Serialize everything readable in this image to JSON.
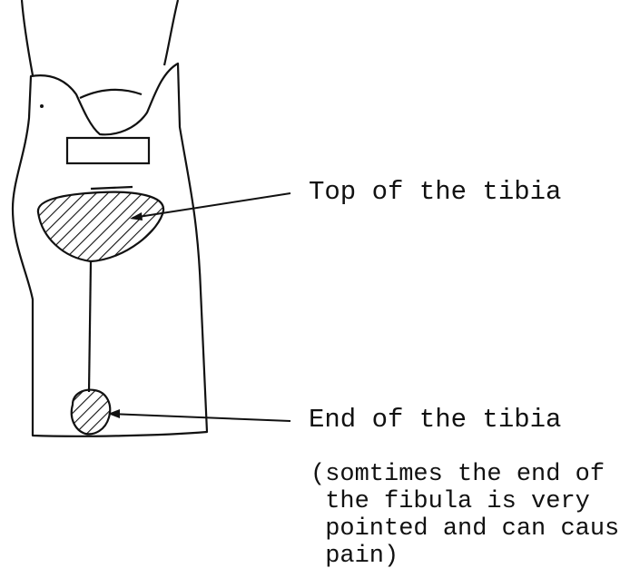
{
  "labels": {
    "top_of_tibia": "Top of the tibia",
    "end_of_tibia": "End of the tibia"
  },
  "note": {
    "lines": [
      "(somtimes the end of",
      " the fibula is very",
      " pointed and can cause",
      " pain)"
    ]
  },
  "colors": {
    "ink": "#111111",
    "background": "#ffffff"
  }
}
